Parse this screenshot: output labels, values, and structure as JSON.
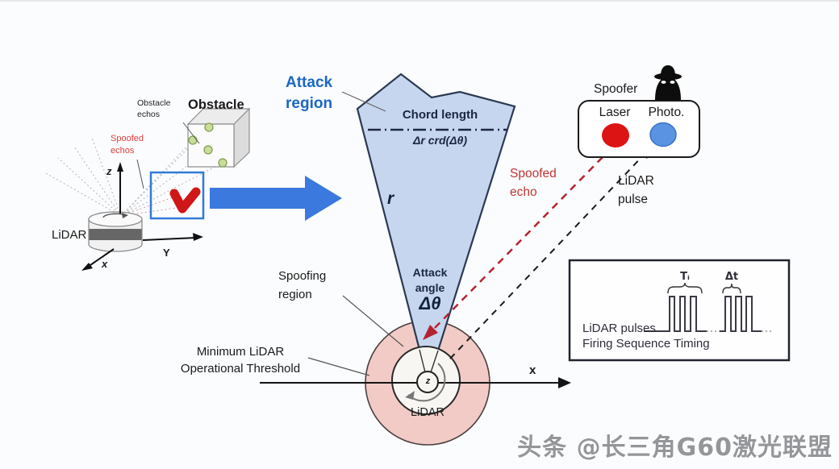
{
  "left_diagram": {
    "obstacle_echos": "Obstacle\nechos",
    "obstacle": "Obstacle",
    "spoofed_echos": "Spoofed\nechos",
    "lidar": "LiDAR",
    "axis_z": "z",
    "axis_y": "Y",
    "axis_x": "x"
  },
  "attack_region": {
    "label": "Attack\nregion",
    "chord_length": "Chord length",
    "chord_formula": "Δr crd(Δθ)",
    "radius": "r",
    "angle_label": "Attack\nangle",
    "angle_symbol": "Δθ"
  },
  "spoofing_zone": {
    "spoofing_region": "Spoofing\nregion",
    "min_threshold": "Minimum LiDAR\nOperational Threshold",
    "lidar": "LiDAR",
    "z": "z",
    "axis_x": "x"
  },
  "spoofer": {
    "title": "Spoofer",
    "laser": "Laser",
    "photo": "Photo.",
    "spoofed_echo": "Spoofed\necho",
    "lidar_pulse": "LiDAR\npulse"
  },
  "timing": {
    "t_label": "Tᵢ",
    "dt_label": "Δt",
    "caption_line1": "LiDAR pulses",
    "caption_line2": "Firing Sequence Timing"
  },
  "watermark": "头条 @长三角G60激光联盟",
  "colors": {
    "attack_region_fill": "#c6d6ef",
    "attack_region_text": "#1b67c5",
    "spoofing_region_fill": "#f2cbc6",
    "transition_arrow_blue": "#3b79de",
    "laser_red": "#dd1414",
    "photodetector_blue": "#5b93e3",
    "spoofed_echo_red": "#b5232e",
    "highlight_box_blue": "#2f7bd6"
  }
}
